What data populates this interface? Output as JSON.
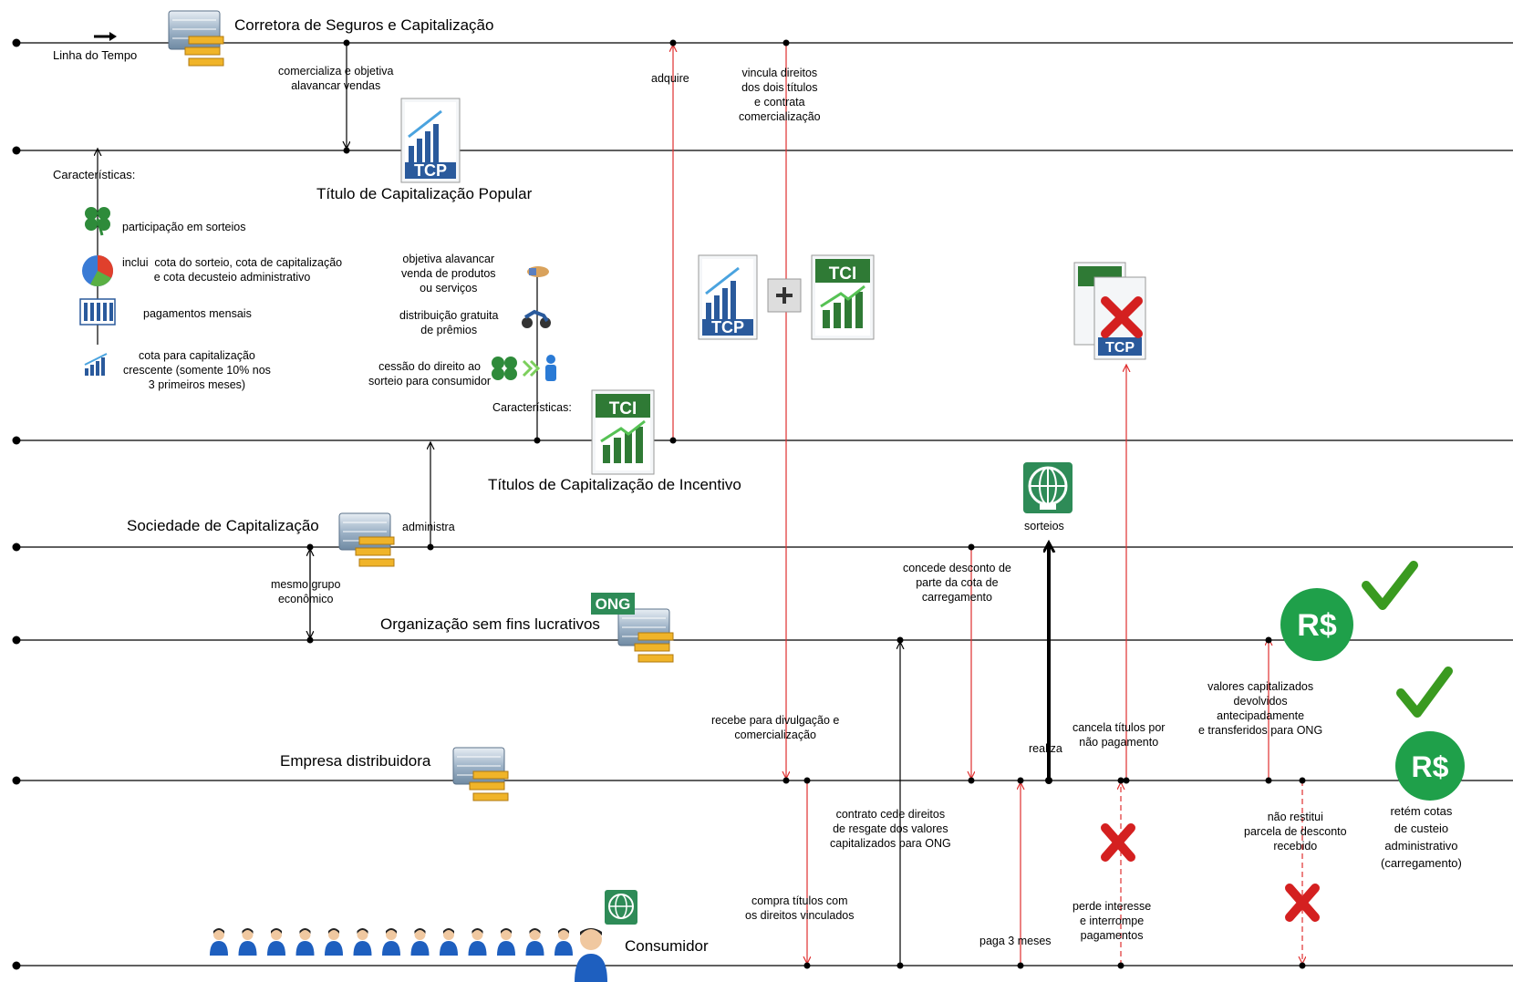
{
  "legend": {
    "timeline_label": "Linha do Tempo"
  },
  "colors": {
    "arrow_red": "#e03030",
    "green": "#2e8b3a",
    "tci_green": "#2f7a35",
    "tcp_blue": "#2a5a9c",
    "ong_green": "#2e8b57",
    "x_red": "#d42020",
    "check_green": "#3a9a20"
  },
  "lanes": {
    "corretora": "Corretora de Seguros e Capitalização",
    "tcp": "Título de Capitalização Popular",
    "tci": "Títulos de Capitalização de Incentivo",
    "sociedade": "Sociedade de Capitalização",
    "ong": "Organização sem fins lucrativos",
    "empresa": "Empresa distribuidora",
    "consumidor": "Consumidor"
  },
  "badges": {
    "tcp": "TCP",
    "tci": "TCI",
    "ong": "ONG",
    "rs": "R$"
  },
  "tcp_features": {
    "title": "Características:",
    "items": [
      "participação em sorteios",
      "inclui  cota do sorteio, cota de capitalização\ne cota decusteio administrativo",
      "pagamentos mensais",
      "cota para capitalização\ncrescente (somente 10% nos\n3 primeiros meses)"
    ]
  },
  "tci_features": {
    "title": "Características:",
    "items": [
      "objetiva alavancar\nvenda de produtos\nou serviços",
      "distribuição gratuita\nde prêmios",
      "cessão do direito ao\nsorteio para consumidor"
    ]
  },
  "annotations": {
    "comercializa": "comercializa e objetiva\nalavancar vendas",
    "adquire": "adquire",
    "vincula": "vincula direitos\ndos dois títulos\ne contrata\ncomercialização",
    "administra": "administra",
    "mesmo_grupo": "mesmo grupo\neconômico",
    "sorteios": "sorteios",
    "concede": "concede desconto de\nparte da cota de\ncarregamento",
    "recebe": "recebe para divulgação e\ncomercialização",
    "realiza": "realiza",
    "cancela": "cancela títulos por\nnão pagamento",
    "valores": "valores capitalizados\ndevolvidos\nantecipadamente\ne transferidos para ONG",
    "contrato": "contrato cede direitos\nde resgate dos valores\ncapitalizados para ONG",
    "nao_restitui": "não restitui\nparcela de desconto\nrecebido",
    "retem": "retém cotas\nde custeio\nadministrativo\n(carregamento)",
    "compra": "compra títulos com\nos direitos vinculados",
    "paga": "paga 3 meses",
    "perde": "perde interesse\ne interrompe\npagamentos"
  }
}
